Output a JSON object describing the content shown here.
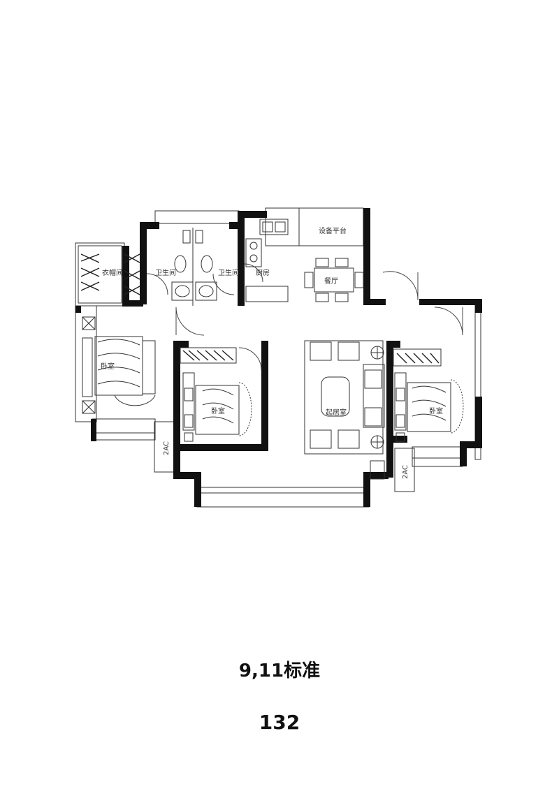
{
  "floor_plan": {
    "rooms": {
      "walk_in_closet": "衣帽间",
      "bathroom_1": "卫生间",
      "bathroom_2": "卫生间",
      "kitchen": "厨房",
      "equipment_platform": "设备平台",
      "dining_room": "餐厅",
      "master_bedroom": "卧室",
      "bedroom_2": "卧室",
      "bedroom_3": "卧室",
      "living_room": "起居室"
    },
    "ac_labels": {
      "left": "2AC",
      "right": "2AC"
    }
  },
  "caption": {
    "title": "9,11标准",
    "area": "132"
  }
}
